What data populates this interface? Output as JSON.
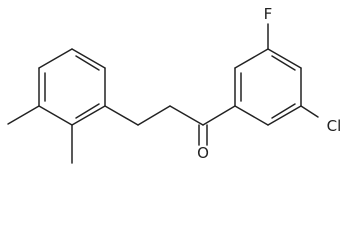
{
  "molecule": {
    "atoms": {
      "oxygen": "O",
      "fluorine": "F",
      "chlorine": "Cl"
    }
  }
}
